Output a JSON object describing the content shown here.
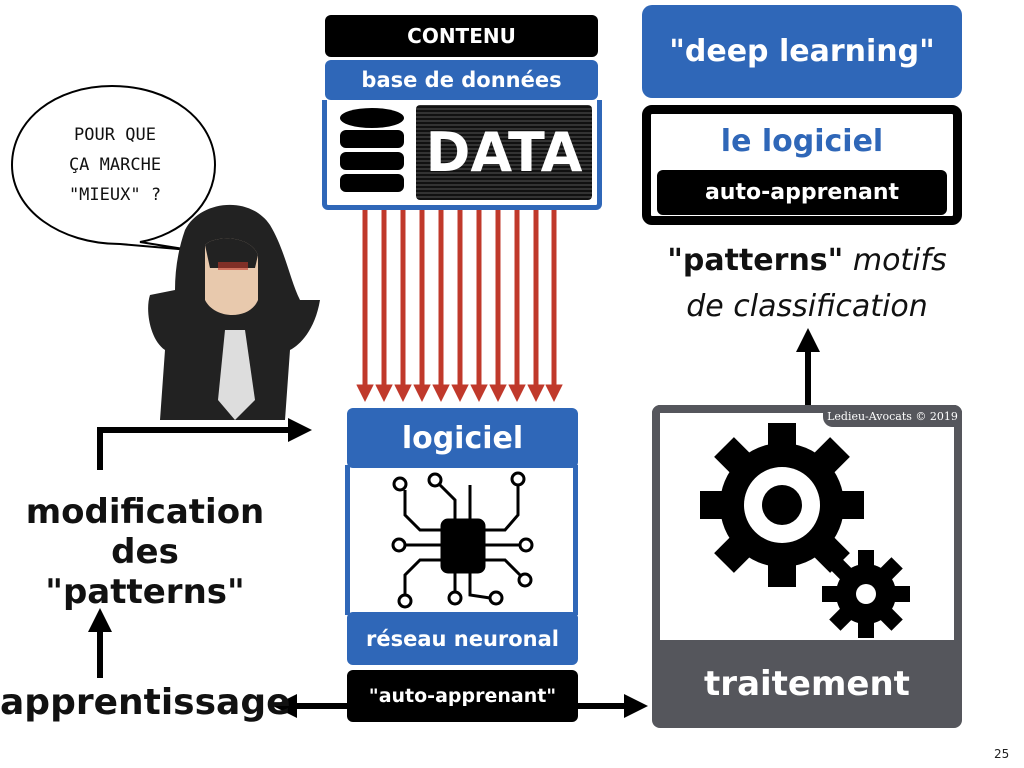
{
  "content": {
    "header": "CONTENU",
    "database": "base de données",
    "data_label": "DATA"
  },
  "software": {
    "title": "logiciel",
    "network": "réseau neuronal",
    "self_learning": "\"auto-apprenant\""
  },
  "left": {
    "learning": "apprentissage",
    "modification_line1": "modification",
    "modification_line2": "des \"patterns\""
  },
  "bubble": {
    "line1": "POUR QUE",
    "line2": "ÇA MARCHE",
    "line3": "\"MIEUX\" ?"
  },
  "processing": {
    "label": "traitement",
    "copyright": "Ledieu-Avocats © 2019"
  },
  "deep": {
    "title": "\"deep learning\"",
    "software": "le logiciel",
    "self_learning": "auto-apprenant",
    "patterns_bold": "\"patterns\"",
    "patterns_italic1": "motifs",
    "patterns_italic2": "de classification"
  },
  "page_number": "25",
  "colors": {
    "blue": "#2f67b8",
    "red": "#c0392b",
    "gray": "#55565c"
  }
}
